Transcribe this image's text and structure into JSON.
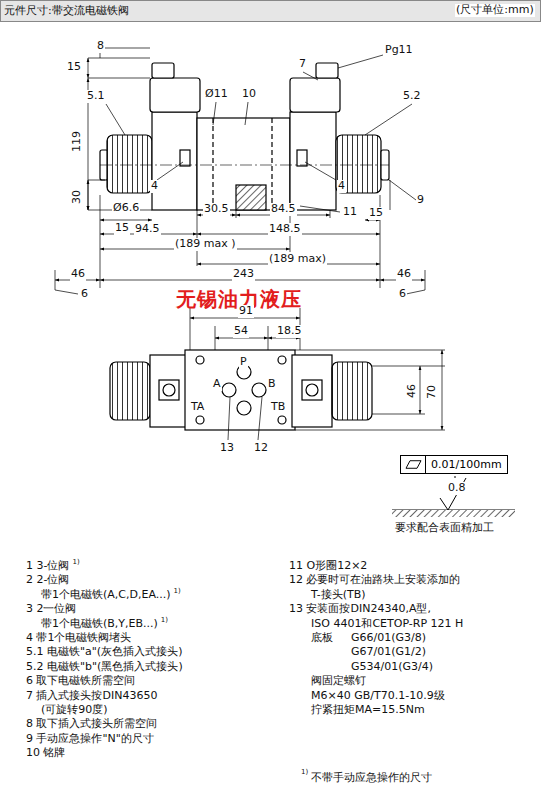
{
  "diagram": {
    "title": "元件尺寸:带交流电磁铁阀",
    "nodes": [
      {
        "text": [
          "0.01/100mm"
        ]
      }
    ],
    "labels": [
      "(尺寸单位:mm)",
      "8",
      "15",
      "5.1",
      "Ø11",
      "10",
      "7",
      "Pg11",
      "5.2",
      "119",
      "4",
      "4",
      "30",
      "Ø6.6",
      "30.5",
      "84.5",
      "11",
      "15",
      "9",
      "15",
      "94.5",
      "148.5",
      "(189 max )",
      "(189 max)",
      "46",
      "243",
      "46",
      "6",
      "6",
      "无锡油力液压",
      "91",
      "54",
      "18.5",
      "P",
      "A",
      "B",
      "TA",
      "TB",
      "13",
      "12",
      "46",
      "70",
      "0.8",
      "要求配合表面精加工",
      "1 3-位阀",
      "1)",
      "2 2-位阀",
      "带1个电磁铁(A,C,D,EA...)",
      "1)",
      "3 2一位阀",
      "带1个电磁铁(B,Y,EB...)",
      "1)",
      "4 带1个电磁铁阀堵头",
      "5.1 电磁铁\"a\"(灰色插入式接头)",
      "5.2 电磁铁\"b\"(黑色插入式接头)",
      "6 取下电磁铁所需空间",
      "7 插入式接头按DIN43650",
      "(可旋转90度)",
      "8 取下插入式接头所需空间",
      "9 手动应急操作\"N\"的尺寸",
      "10 铭牌",
      "11 O形圈12×2",
      "12 必要时可在油路块上安装添加的",
      "T-接头(TB)",
      "13 安装面按DIN24340,A型,",
      "ISO 4401和CETOP-RP 121 H",
      "底板",
      "G66/01(G3/8)",
      "G67/01(G1/2)",
      "G534/01(G3/4)",
      "阀固定螺钉",
      "M6×40 GB/T70.1-10.9级",
      "拧紧扭矩MA=15.5Nm",
      "1)",
      "不带手动应急操作的尺寸"
    ]
  }
}
